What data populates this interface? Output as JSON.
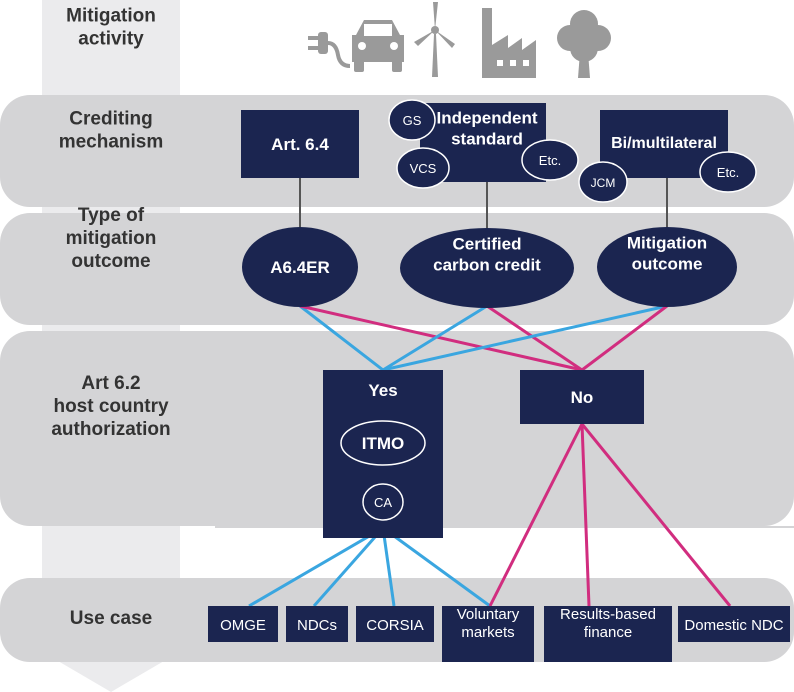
{
  "rows": {
    "activity": "Mitigation\nactivity",
    "crediting": "Crediting\nmechanism",
    "type": "Type of\nmitigation\noutcome",
    "authorization": "Art 6.2\nhost country\nauthorization",
    "use_case": "Use case"
  },
  "activity_icons": [
    "ev-car-icon",
    "wind-turbine-icon",
    "factory-icon",
    "tree-icon"
  ],
  "mechanisms": {
    "art64": "Art. 6.4",
    "independent": "Independent\nstandard",
    "bilateral": "Bi/multilateral",
    "gs": "GS",
    "vcs": "VCS",
    "etc_independent": "Etc.",
    "jcm": "JCM",
    "etc_bilateral": "Etc."
  },
  "outcomes": {
    "a64er": "A6.4ER",
    "certified": "Certified\ncarbon credit",
    "mitigation": "Mitigation\noutcome"
  },
  "authorization": {
    "yes": "Yes",
    "no": "No",
    "itmo": "ITMO",
    "ca": "CA"
  },
  "use_cases": {
    "omge": "OMGE",
    "ndcs": "NDCs",
    "corsia": "CORSIA",
    "voluntary": "Voluntary\nmarkets",
    "results": "Results-based\nfinance",
    "domestic": "Domestic NDC"
  },
  "colors": {
    "navy": "#1b2550",
    "band": "#d4d4d6",
    "arrow": "#ebebed",
    "blue_line": "#3aa6e0",
    "pink_line": "#d12d7f",
    "icon": "#9a9a9a"
  }
}
